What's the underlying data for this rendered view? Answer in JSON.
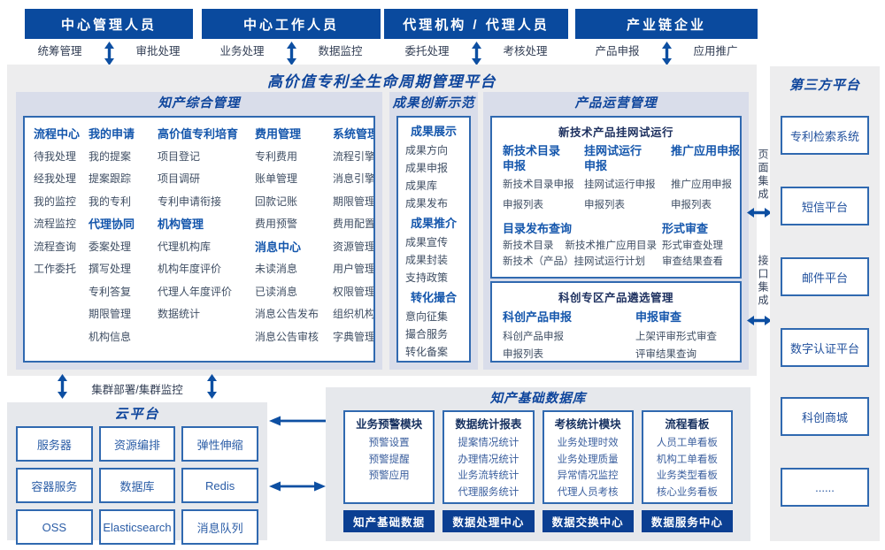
{
  "colors": {
    "header_bar": "#0a4a9e",
    "accent_blue": "#1456ac",
    "title_blue": "#0e459c",
    "dark_navy": "#1c2f5e",
    "item_text": "#3f4e63",
    "border_blue": "#3069b0",
    "bottom_bar": "#0b3f92",
    "arrow_blue": "#0d4fa2",
    "panel_gray": "#ededee",
    "section_gray": "#d9ddea"
  },
  "top_groups": [
    {
      "title": "中心管理人员",
      "left": "统筹管理",
      "right": "审批处理"
    },
    {
      "title": "中心工作人员",
      "left": "业务处理",
      "right": "数据监控"
    },
    {
      "title": "代理机构 / 代理人员",
      "left": "委托处理",
      "right": "考核处理"
    },
    {
      "title": "产业链企业",
      "left": "产品申报",
      "right": "应用推广"
    }
  ],
  "platform_title": "高价值专利全生命周期管理平台",
  "sections": {
    "ip": {
      "title": "知产综合管理",
      "columns": [
        [
          {
            "heading": "流程中心",
            "items": [
              "待我处理",
              "经我处理",
              "我的监控",
              "流程监控",
              "流程查询",
              "工作委托"
            ]
          }
        ],
        [
          {
            "heading": "我的申请",
            "items": [
              "我的提案",
              "提案跟踪",
              "我的专利"
            ]
          },
          {
            "heading": "代理协同",
            "items": [
              "委案处理",
              "撰写处理",
              "专利答复",
              "期限管理",
              "机构信息"
            ]
          }
        ],
        [
          {
            "heading": "高价值专利培育",
            "items": [
              "项目登记",
              "项目调研",
              "专利申请衔接"
            ]
          },
          {
            "heading": "机构管理",
            "items": [
              "代理机构库",
              "机构年度评价",
              "代理人年度评价",
              "数据统计"
            ]
          }
        ],
        [
          {
            "heading": "费用管理",
            "items": [
              "专利费用",
              "账单管理",
              "回款记账",
              "费用预警"
            ]
          },
          {
            "heading": "消息中心",
            "items": [
              "未读消息",
              "已读消息",
              "消息公告发布",
              "消息公告审核"
            ]
          }
        ],
        [
          {
            "heading": "系统管理",
            "items": [
              "流程引擎",
              "消息引擎",
              "期限管理",
              "费用配置",
              "资源管理",
              "用户管理",
              "权限管理",
              "组织机构",
              "字典管理"
            ]
          }
        ]
      ]
    },
    "achievement": {
      "title": "成果创新示范",
      "groups": [
        {
          "heading": "成果展示",
          "items": [
            "成果方向",
            "成果申报",
            "成果库",
            "成果发布"
          ]
        },
        {
          "heading": "成果推介",
          "items": [
            "成果宣传",
            "成果封装",
            "支持政策"
          ]
        },
        {
          "heading": "转化撮合",
          "items": [
            "意向征集",
            "撮合服务",
            "转化备案"
          ]
        }
      ]
    },
    "product": {
      "title": "产品运营管理",
      "box1": {
        "title": "新技术产品挂网试运行",
        "columns": [
          {
            "heading": "新技术目录\n申报",
            "items": [
              "新技术目录申报",
              "申报列表"
            ]
          },
          {
            "heading": "挂网试运行\n申报",
            "items": [
              "挂网试运行申报",
              "申报列表"
            ]
          },
          {
            "heading": "推广应用申报",
            "items": [
              "推广应用申报",
              "申报列表"
            ]
          }
        ],
        "catalog": {
          "heading": "目录发布查询",
          "lines": [
            [
              "新技术目录",
              "新技术推广应用目录"
            ],
            [
              "新技术（产品）挂网试运行计划"
            ]
          ]
        },
        "review": {
          "heading": "形式审查",
          "items": [
            "形式审查处理",
            "审查结果查看"
          ]
        }
      },
      "box2": {
        "title": "科创专区产品遴选管理",
        "columns": [
          {
            "heading": "科创产品申报",
            "items": [
              "科创产品申报",
              "申报列表"
            ]
          },
          {
            "heading": "申报审查",
            "items": [
              "上架评审形式审查",
              "评审结果查询"
            ]
          }
        ]
      }
    }
  },
  "integration": {
    "page_label": "页面集成",
    "api_label": "接口集成"
  },
  "third_party": {
    "title": "第三方平台",
    "items": [
      "专利检索系统",
      "短信平台",
      "邮件平台",
      "数字认证平台",
      "科创商城",
      "......"
    ]
  },
  "cluster_label": "集群部署/集群监控",
  "cloud": {
    "title": "云平台",
    "cells": [
      "服务器",
      "资源编排",
      "弹性伸缩",
      "容器服务",
      "数据库",
      "Redis",
      "OSS",
      "Elasticsearch",
      "消息队列"
    ]
  },
  "database": {
    "title": "知产基础数据库",
    "modules": [
      {
        "heading": "业务预警模块",
        "items": [
          "预警设置",
          "预警提醒",
          "预警应用"
        ],
        "bar": "知产基础数据"
      },
      {
        "heading": "数据统计报表",
        "items": [
          "提案情况统计",
          "办理情况统计",
          "业务流转统计",
          "代理服务统计"
        ],
        "bar": "数据处理中心"
      },
      {
        "heading": "考核统计模块",
        "items": [
          "业务处理时效",
          "业务处理质量",
          "异常情况监控",
          "代理人员考核"
        ],
        "bar": "数据交换中心"
      },
      {
        "heading": "流程看板",
        "items": [
          "人员工单看板",
          "机构工单看板",
          "业务类型看板",
          "核心业务看板"
        ],
        "bar": "数据服务中心"
      }
    ]
  }
}
